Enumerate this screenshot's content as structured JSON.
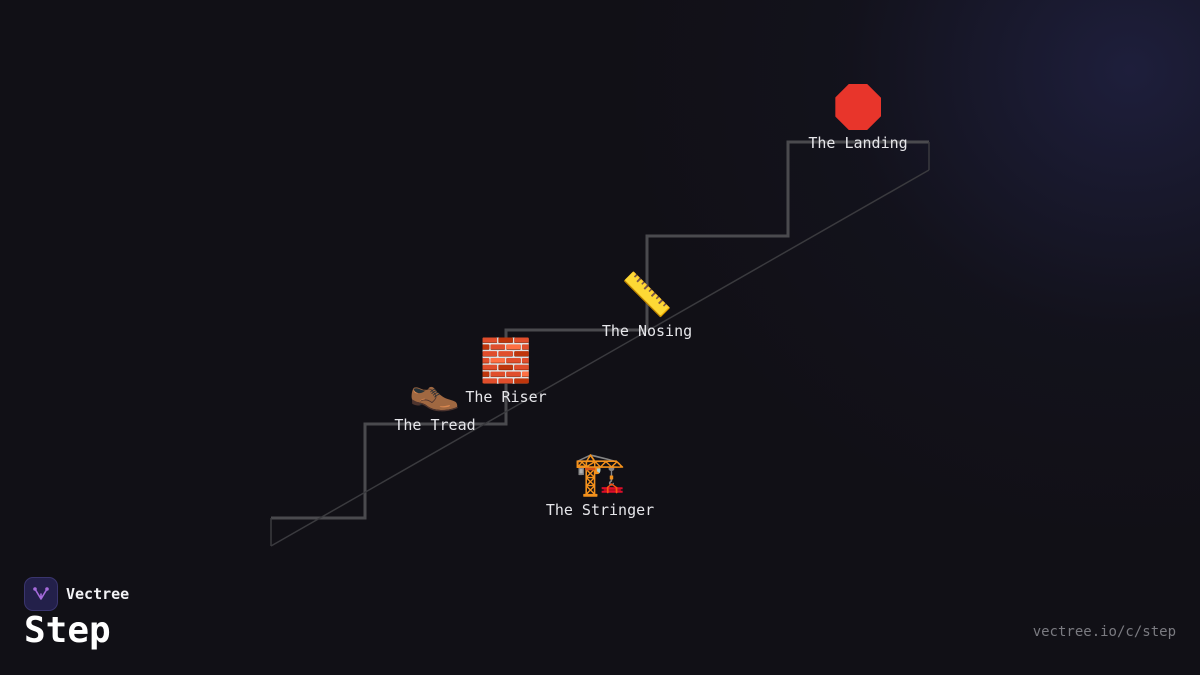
{
  "parts": [
    {
      "id": "landing",
      "label": "The Landing",
      "icon": "stop-sign-icon"
    },
    {
      "id": "nosing",
      "label": "The Nosing",
      "icon": "ruler-icon",
      "emoji": "📏"
    },
    {
      "id": "riser",
      "label": "The Riser",
      "icon": "brick-icon",
      "emoji": "🧱"
    },
    {
      "id": "tread",
      "label": "The Tread",
      "icon": "shoe-icon",
      "emoji": "👞"
    },
    {
      "id": "stringer",
      "label": "The Stringer",
      "icon": "construction-crane-icon",
      "emoji": "🏗️"
    }
  ],
  "brand": {
    "name": "Vectree"
  },
  "title": "Step",
  "url": "vectree.io/c/step",
  "colors": {
    "background": "#111016",
    "stair_line": "#4a4a4e",
    "stringer_line": "#3a3a3e",
    "stop_sign": "#e8352b",
    "logo_bg": "#23204a",
    "logo_accent": "#a66bdc"
  }
}
